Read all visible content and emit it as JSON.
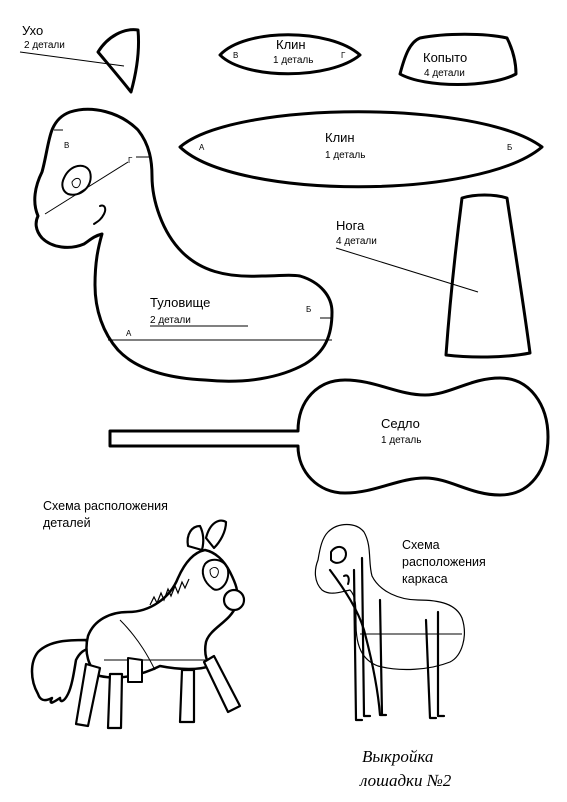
{
  "pieces": {
    "ear": {
      "title": "Ухо",
      "count": "2 детали"
    },
    "gusset_small": {
      "title": "Клин",
      "count": "1 деталь",
      "left_mark": "В",
      "right_mark": "Г"
    },
    "hoof": {
      "title": "Копыто",
      "count": "4 детали"
    },
    "gusset_large": {
      "title": "Клин",
      "count": "1 деталь",
      "left_mark": "А",
      "right_mark": "Б"
    },
    "body": {
      "title": "Туловище",
      "count": "2 детали",
      "mark_a": "А",
      "mark_b": "Б",
      "mark_v": "В",
      "mark_g": "Г"
    },
    "leg": {
      "title": "Нога",
      "count": "4 детали"
    },
    "saddle": {
      "title": "Седло",
      "count": "1 деталь"
    }
  },
  "diagrams": {
    "parts_layout": {
      "line1": "Схема расположения",
      "line2": "деталей"
    },
    "frame_layout": {
      "line1": "Схема",
      "line2": "расположения",
      "line3": "каркаса"
    }
  },
  "footer": {
    "line1": "Выкройка",
    "line2": "лошадки №2"
  },
  "colors": {
    "ink": "#000000",
    "paper": "#ffffff"
  }
}
